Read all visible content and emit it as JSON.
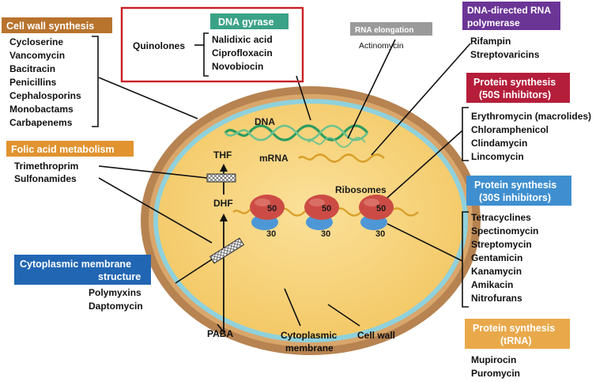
{
  "headers": {
    "cell_wall": "Cell wall synthesis",
    "dna_gyrase": "DNA gyrase",
    "rna_elongation": "RNA elongation",
    "dna_rna_pol_1": "DNA-directed RNA",
    "dna_rna_pol_2": "polymerase",
    "protein_50s_1": "Protein synthesis",
    "protein_50s_2": "(50S inhibitors)",
    "folic_acid": "Folic acid metabolism",
    "protein_30s_1": "Protein synthesis",
    "protein_30s_2": "(30S inhibitors)",
    "membrane_1": "Cytoplasmic membrane",
    "membrane_2": "structure",
    "protein_trna_1": "Protein synthesis",
    "protein_trna_2": "(tRNA)"
  },
  "drugs": {
    "cell_wall": [
      "Cycloserine",
      "Vancomycin",
      "Bacitracin",
      "Penicillins",
      "Cephalosporins",
      "Monobactams",
      "Carbapenems"
    ],
    "quinolones": "Quinolones",
    "dna_gyrase": [
      "Nalidixic acid",
      "Ciprofloxacin",
      "Novobiocin"
    ],
    "rna_elongation": [
      "Actinomycin"
    ],
    "rna_polymerase": [
      "Rifampin",
      "Streptovaricins"
    ],
    "protein_50s": [
      "Erythromycin (macrolides)",
      "Chloramphenicol",
      "Clindamycin",
      "Lincomycin"
    ],
    "folic_acid": [
      "Trimethroprim",
      "Sulfonamides"
    ],
    "protein_30s": [
      "Tetracyclines",
      "Spectinomycin",
      "Streptomycin",
      "Gentamicin",
      "Kanamycin",
      "Amikacin",
      "Nitrofurans"
    ],
    "membrane": [
      "Polymyxins",
      "Daptomycin"
    ],
    "protein_trna": [
      "Mupirocin",
      "Puromycin"
    ]
  },
  "cell_labels": {
    "dna": "DNA",
    "mrna": "mRNA",
    "thf": "THF",
    "dhf": "DHF",
    "ribosomes": "Ribosomes",
    "subunit_large": "50",
    "subunit_small": "30",
    "paba": "PABA",
    "cytoplasmic_membrane_1": "Cytoplasmic",
    "cytoplasmic_membrane_2": "membrane",
    "cell_wall": "Cell wall"
  },
  "colors": {
    "cell_wall_header": "#b8732d",
    "dna_gyrase_header": "#3aa287",
    "rna_elongation_header": "#9a9a9a",
    "rna_polymerase_header": "#6b3596",
    "protein_50s_header": "#b51e3a",
    "folic_acid_header": "#e0932f",
    "protein_30s_header": "#3f8fd0",
    "membrane_header": "#2166b3",
    "protein_trna_header": "#e9a94b",
    "gyrase_box_border": "#c81e24",
    "cell_wall_fill": "#b78351",
    "membrane_fill": "#8fd1dc",
    "cytoplasm_fill": "#f6cf72",
    "dna_color": "#2e9c60",
    "ribosome_large": "#cc4c45",
    "ribosome_small": "#4e97d6"
  }
}
